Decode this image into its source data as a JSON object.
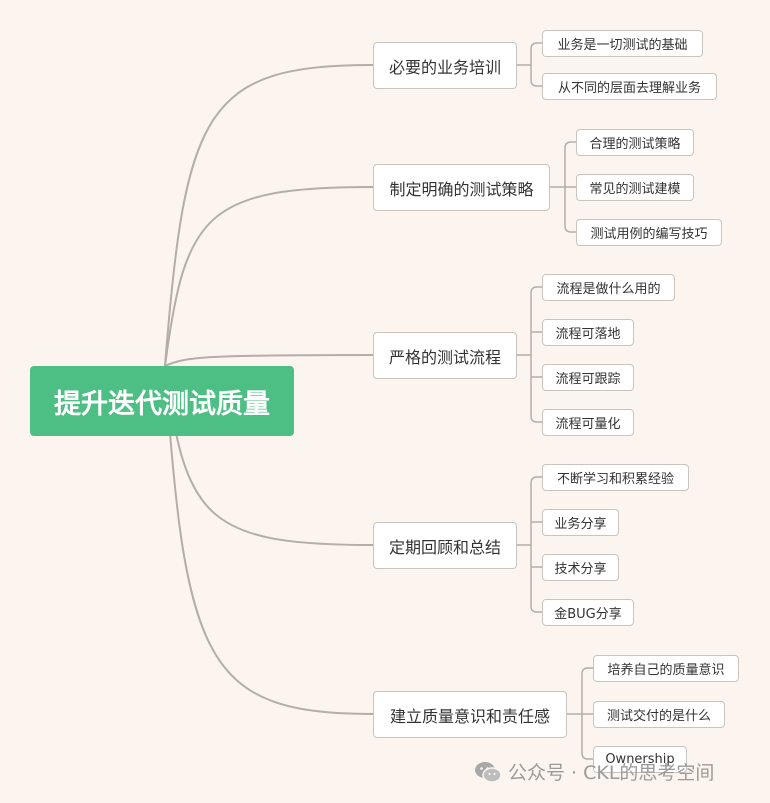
{
  "root": "提升迭代测试质量",
  "branches": [
    {
      "label": "必要的业务培训",
      "children": [
        "业务是一切测试的基础",
        "从不同的层面去理解业务"
      ]
    },
    {
      "label": "制定明确的测试策略",
      "children": [
        "合理的测试策略",
        "常见的测试建模",
        "测试用例的编写技巧"
      ]
    },
    {
      "label": "严格的测试流程",
      "children": [
        "流程是做什么用的",
        "流程可落地",
        "流程可跟踪",
        "流程可量化"
      ]
    },
    {
      "label": "定期回顾和总结",
      "children": [
        "不断学习和积累经验",
        "业务分享",
        "技术分享",
        "金BUG分享"
      ]
    },
    {
      "label": "建立质量意识和责任感",
      "children": [
        "培养自己的质量意识",
        "测试交付的是什么",
        "Ownership"
      ]
    }
  ],
  "watermark": {
    "text": "公众号 · CKL的思考空间",
    "icon": "wechat-icon"
  },
  "colors": {
    "root_bg": "#4dbf85",
    "line": "#b3aeaa",
    "background": "#fcf5ef"
  }
}
